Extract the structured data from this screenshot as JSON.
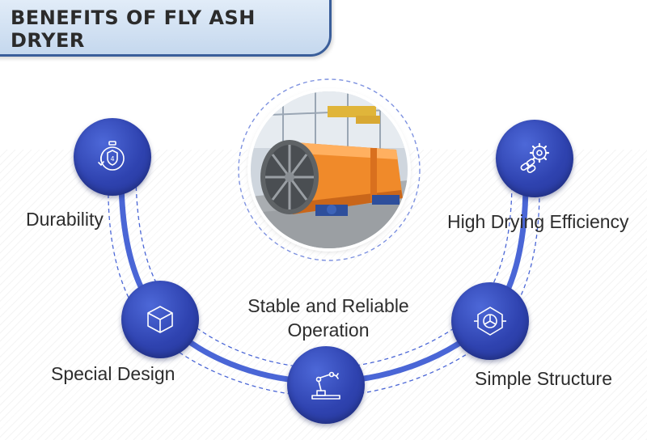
{
  "title": "BENEFITS OF FLY ASH DRYER",
  "center_image": {
    "icon": "rotary-drum-dryer-photo"
  },
  "benefits": [
    {
      "label": "Durability",
      "icon": "stopwatch-shield-icon"
    },
    {
      "label": "Special Design",
      "icon": "cube-design-icon"
    },
    {
      "label": "Stable and Reliable Operation",
      "icon": "robotic-arm-icon"
    },
    {
      "label": "Simple Structure",
      "icon": "structure-hexagon-icon"
    },
    {
      "label": "High Drying Efficiency",
      "icon": "gears-chain-icon"
    }
  ],
  "colors": {
    "accent": "#2f43b0",
    "arc": "#4a66d6",
    "title_bg": "#c5d8ee",
    "title_border": "#3a5e9a"
  }
}
